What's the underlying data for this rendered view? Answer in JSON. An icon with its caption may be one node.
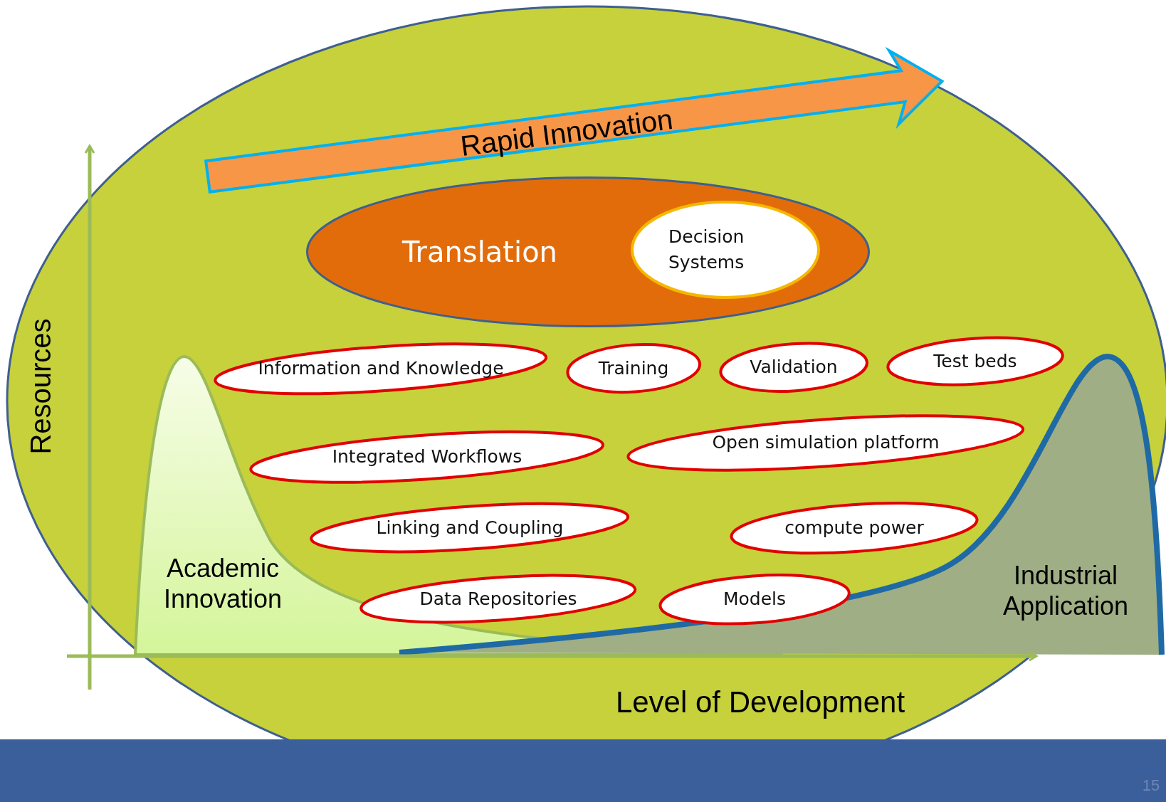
{
  "diagram": {
    "nodes": [
      {
        "text": [
          "Translation"
        ]
      },
      {
        "text": [
          "Decision Systems"
        ],
        "in": 0
      },
      {
        "text": [
          "Information and Knowledge"
        ]
      },
      {
        "text": [
          "Training"
        ]
      },
      {
        "text": [
          "Validation"
        ]
      },
      {
        "text": [
          "Test beds"
        ]
      },
      {
        "text": [
          "Integrated Workflows"
        ]
      },
      {
        "text": [
          "Open simulation platform"
        ]
      },
      {
        "text": [
          "Linking and Coupling"
        ]
      },
      {
        "text": [
          "compute power"
        ]
      },
      {
        "text": [
          "Data Repositories"
        ]
      },
      {
        "text": [
          "Models"
        ]
      }
    ],
    "labels": [
      "Rapid Innovation",
      "Resources",
      "Academic Innovation",
      "Industrial Application",
      "Level of Development",
      "15"
    ]
  }
}
